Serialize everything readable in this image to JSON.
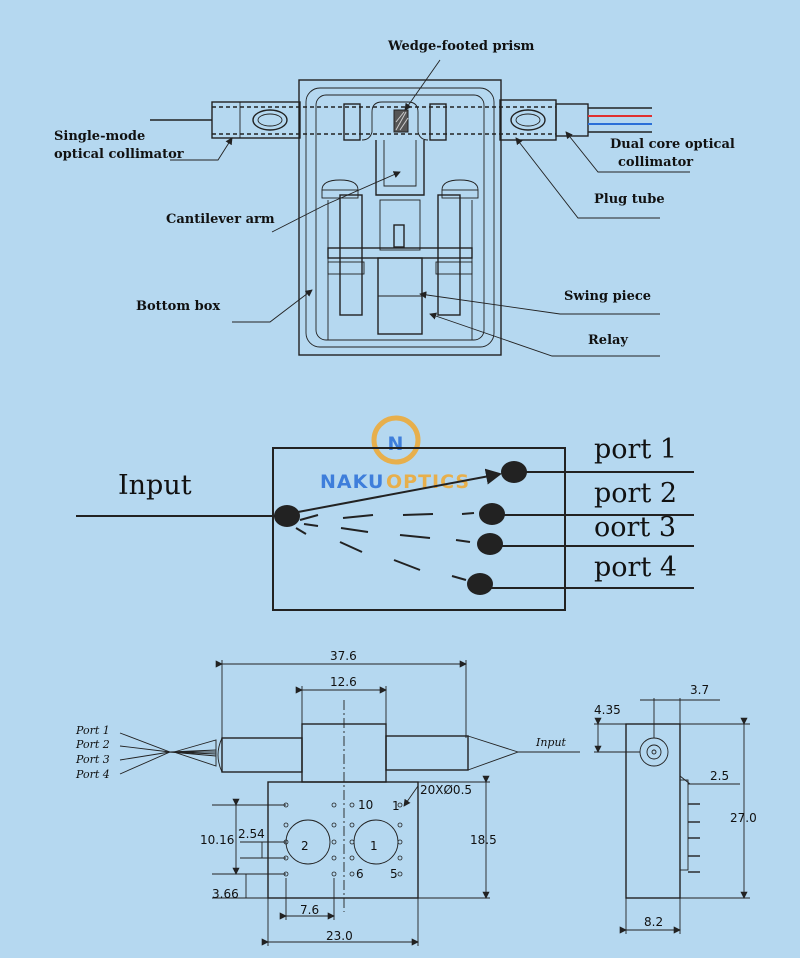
{
  "top_diagram": {
    "labels": {
      "prism": "Wedge-footed prism",
      "single_mode_1": "Single-mode",
      "single_mode_2": "optical collimator",
      "dual_core_1": "Dual core optical",
      "dual_core_2": "collimator",
      "plug_tube": "Plug tube",
      "cantilever": "Cantilever arm",
      "bottom_box": "Bottom box",
      "swing_piece": "Swing piece",
      "relay": "Relay"
    },
    "fiber_colors": [
      "#e03030",
      "#2a6fd8"
    ]
  },
  "switch_diagram": {
    "input_label": "Input",
    "ports": [
      "port 1",
      "port 2",
      "oort 3",
      "port 4"
    ]
  },
  "watermark": {
    "logo_letter": "N",
    "part1": "NAKU",
    "part2": "OPTICS",
    "color1": "#2a6fd8",
    "color2": "#f0a830"
  },
  "dimensions": {
    "width_total": "37.6",
    "width_center": "12.6",
    "height_body": "18.5",
    "width_bottom": "23.0",
    "pitch_76": "7.6",
    "d_1016": "10.16",
    "d_254": "2.54",
    "d_366": "3.66",
    "pins_note": "20XØ0.5",
    "pin_10": "10",
    "pin_1": "1",
    "pin_6": "6",
    "pin_5": "5",
    "relay_2": "2",
    "relay_1": "1",
    "port_labels": [
      "Port 1",
      "Port 2",
      "Port 3",
      "Port 4"
    ],
    "input_label": "Input",
    "side_435": "4.35",
    "side_37": "3.7",
    "side_25": "2.5",
    "side_270": "27.0",
    "side_82": "8.2"
  }
}
